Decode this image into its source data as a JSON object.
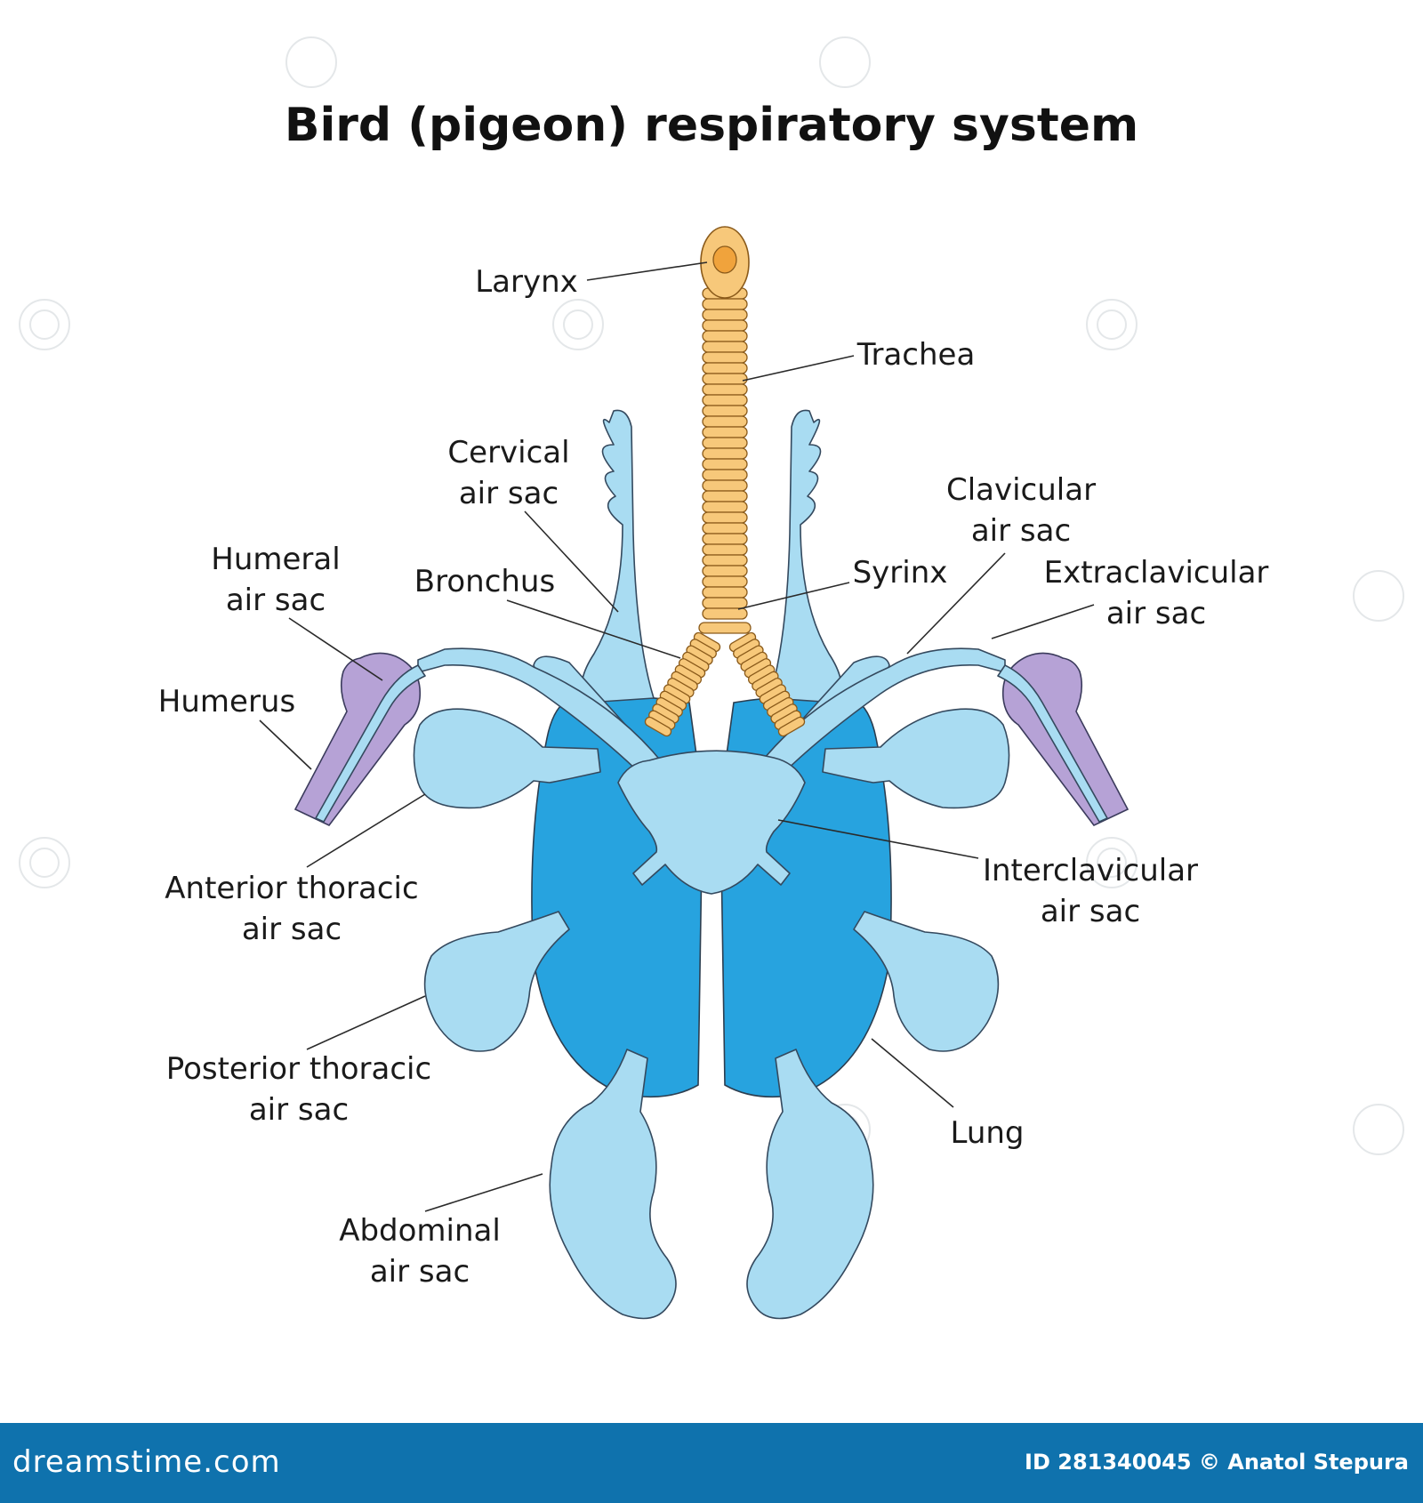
{
  "title": "Bird (pigeon) respiratory system",
  "labels": {
    "larynx": "Larynx",
    "trachea": "Trachea",
    "cervical": [
      "Cervical",
      "air sac"
    ],
    "clavicular": [
      "Clavicular",
      "air sac"
    ],
    "humeral": [
      "Humeral",
      "air sac"
    ],
    "bronchus": "Bronchus",
    "syrinx": "Syrinx",
    "extraclavicular": [
      "Extraclavicular",
      "air sac"
    ],
    "humerus": "Humerus",
    "anterior_thoracic": [
      "Anterior thoracic",
      "air sac"
    ],
    "interclavicular": [
      "Interclavicular",
      "air sac"
    ],
    "posterior_thoracic": [
      "Posterior thoracic",
      "air sac"
    ],
    "lung": "Lung",
    "abdominal": [
      "Abdominal",
      "air sac"
    ]
  },
  "colors": {
    "air_sac": "#a9dcf2",
    "lung": "#27a3df",
    "trachea": "#f7c87a",
    "humerus": "#b6a2d6",
    "footer": "#0f72ad"
  },
  "footer": {
    "brand": "dreamstime.com",
    "credit": "ID 281340045 © Anatol Stepura"
  }
}
